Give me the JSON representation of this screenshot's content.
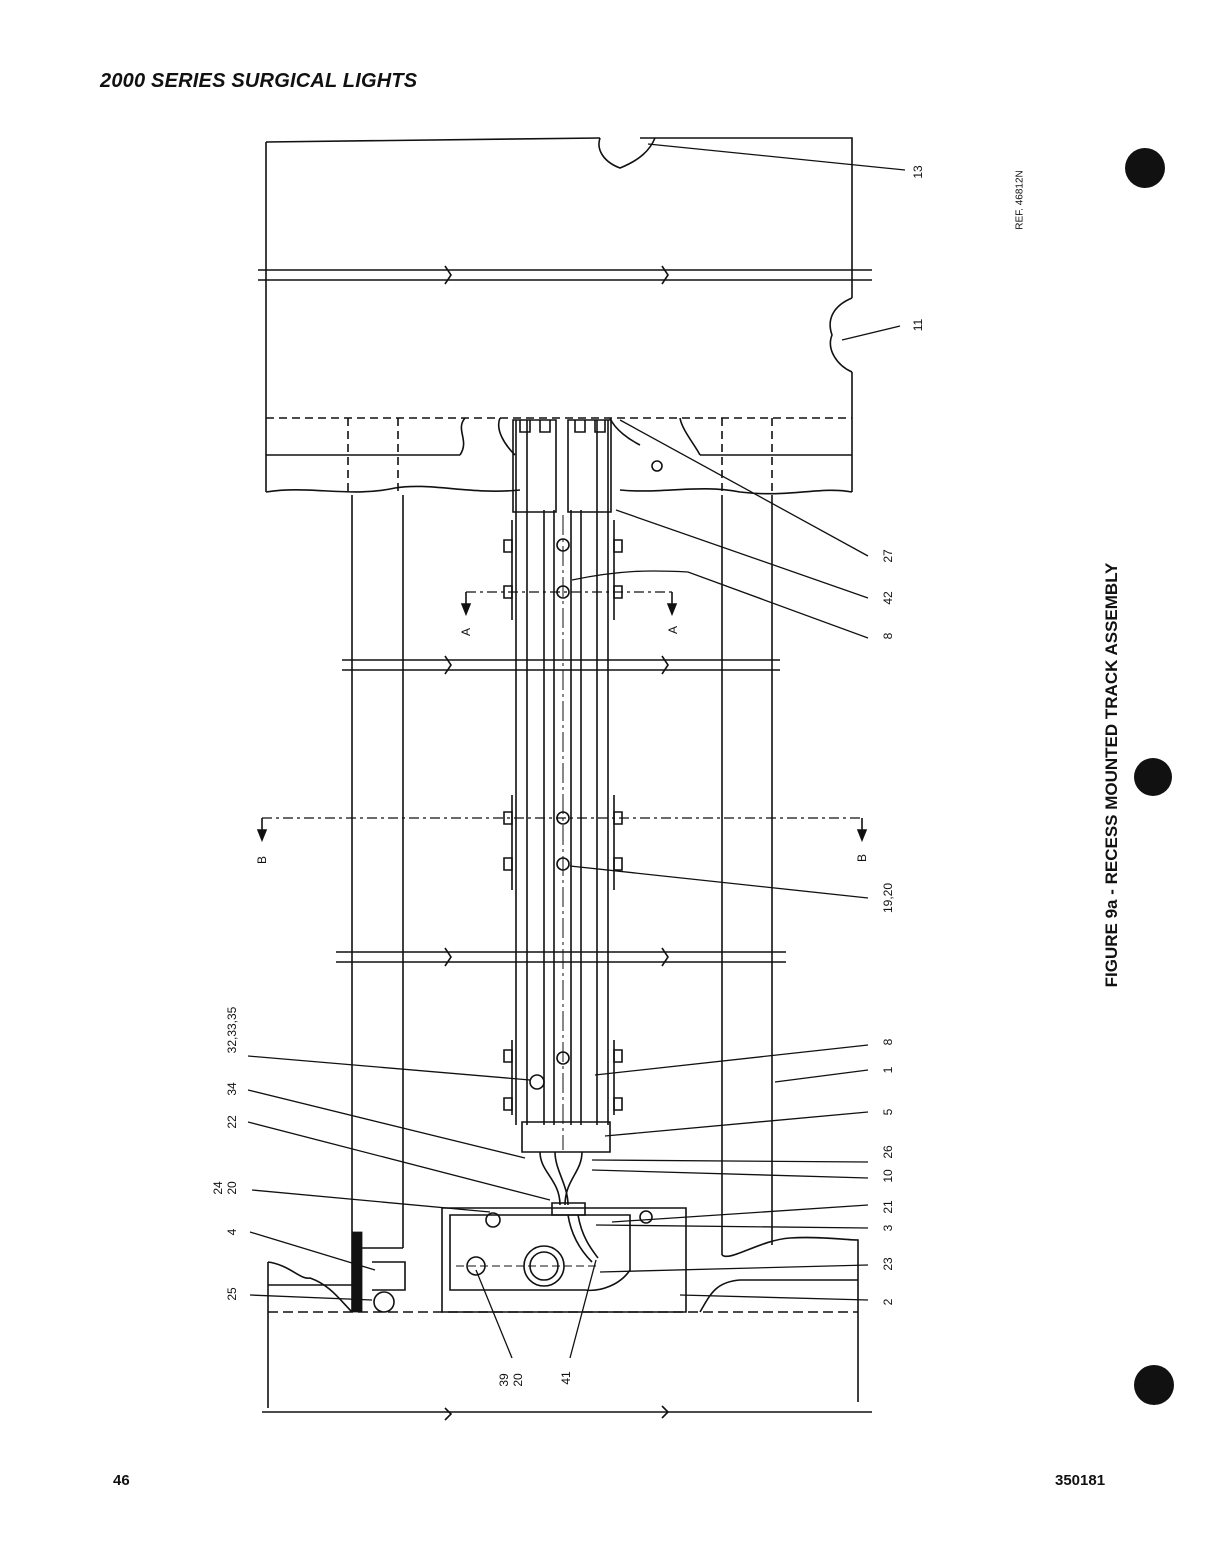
{
  "header": {
    "title": "2000 SERIES SURGICAL LIGHTS"
  },
  "figure": {
    "caption": "FIGURE 9a - RECESS MOUNTED TRACK ASSEMBLY",
    "ref": "REF. 46812N"
  },
  "footer": {
    "page_number": "46",
    "doc_number": "350181"
  },
  "callouts": {
    "c13": "13",
    "c11": "11",
    "c27": "27",
    "c42": "42",
    "c8a": "8",
    "c1920": "19,20",
    "c8b": "8",
    "c1": "1",
    "c5": "5",
    "c26": "26",
    "c10": "10",
    "c21": "21",
    "c3": "3",
    "c23": "23",
    "c2": "2",
    "c323335": "32,33,35",
    "c34": "34",
    "c22": "22",
    "c24": "24",
    "c20a": "20",
    "c4": "4",
    "c25": "25",
    "c39": "39",
    "c20b": "20",
    "c41": "41"
  },
  "section_marks": {
    "a_left": "A",
    "a_right": "A",
    "b_left": "B",
    "b_right": "B"
  }
}
